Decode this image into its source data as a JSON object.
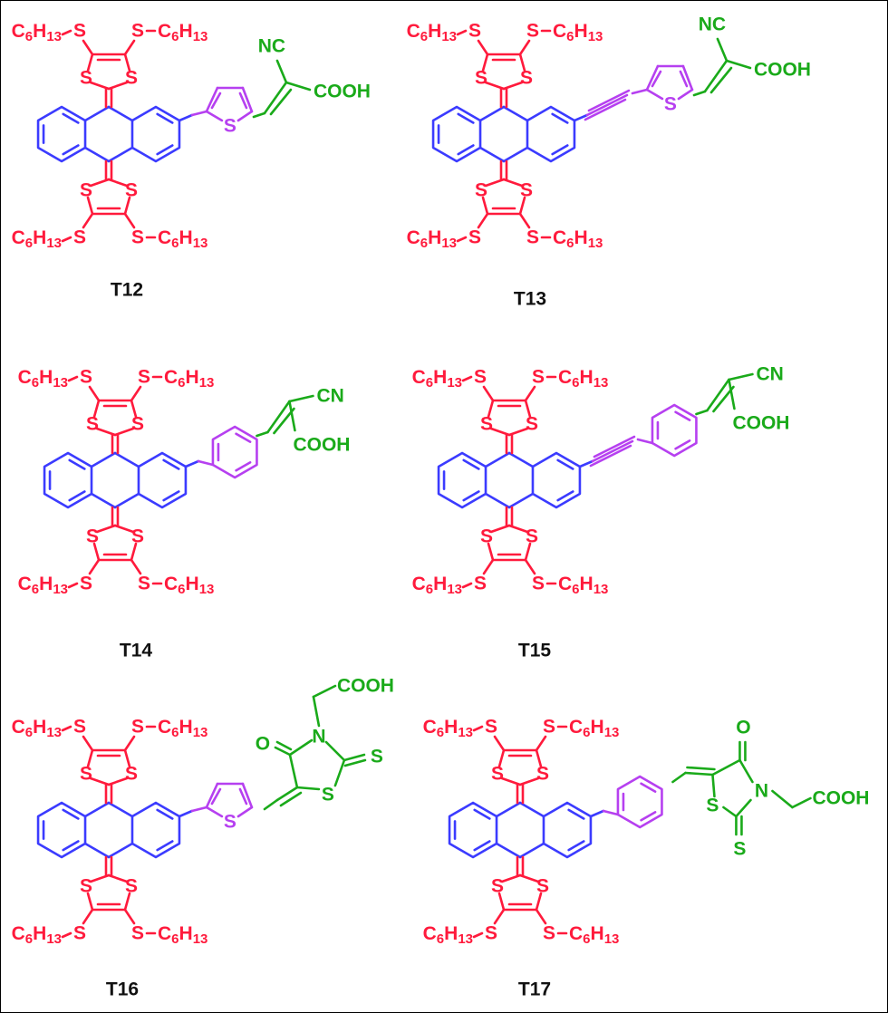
{
  "colors": {
    "dithiole": "#ff1a3c",
    "anthracene": "#3b3bff",
    "spacer": "#b640f0",
    "acceptor": "#1aaa1a",
    "caption": "#111111"
  },
  "labels": {
    "c6h13": "C",
    "c6h13_sub1": "6",
    "c6h13_mid": "H",
    "c6h13_sub2": "13",
    "s": "S",
    "nc": "NC",
    "cn": "CN",
    "cooh": "COOH",
    "o": "O",
    "n": "N"
  },
  "compounds": [
    {
      "id": "T12",
      "label": "T12",
      "spacer": "thiophene",
      "acceptor": "cyanoacrylic"
    },
    {
      "id": "T13",
      "label": "T13",
      "spacer": "ethynyl-thiophene",
      "acceptor": "cyanoacrylic"
    },
    {
      "id": "T14",
      "label": "T14",
      "spacer": "phenyl",
      "acceptor": "cyanoacrylic"
    },
    {
      "id": "T15",
      "label": "T15",
      "spacer": "ethynyl-phenyl",
      "acceptor": "cyanoacrylic"
    },
    {
      "id": "T16",
      "label": "T16",
      "spacer": "thiophene",
      "acceptor": "rhodanine-acetic-acid"
    },
    {
      "id": "T17",
      "label": "T17",
      "spacer": "phenyl",
      "acceptor": "rhodanine-acetic-acid"
    }
  ]
}
